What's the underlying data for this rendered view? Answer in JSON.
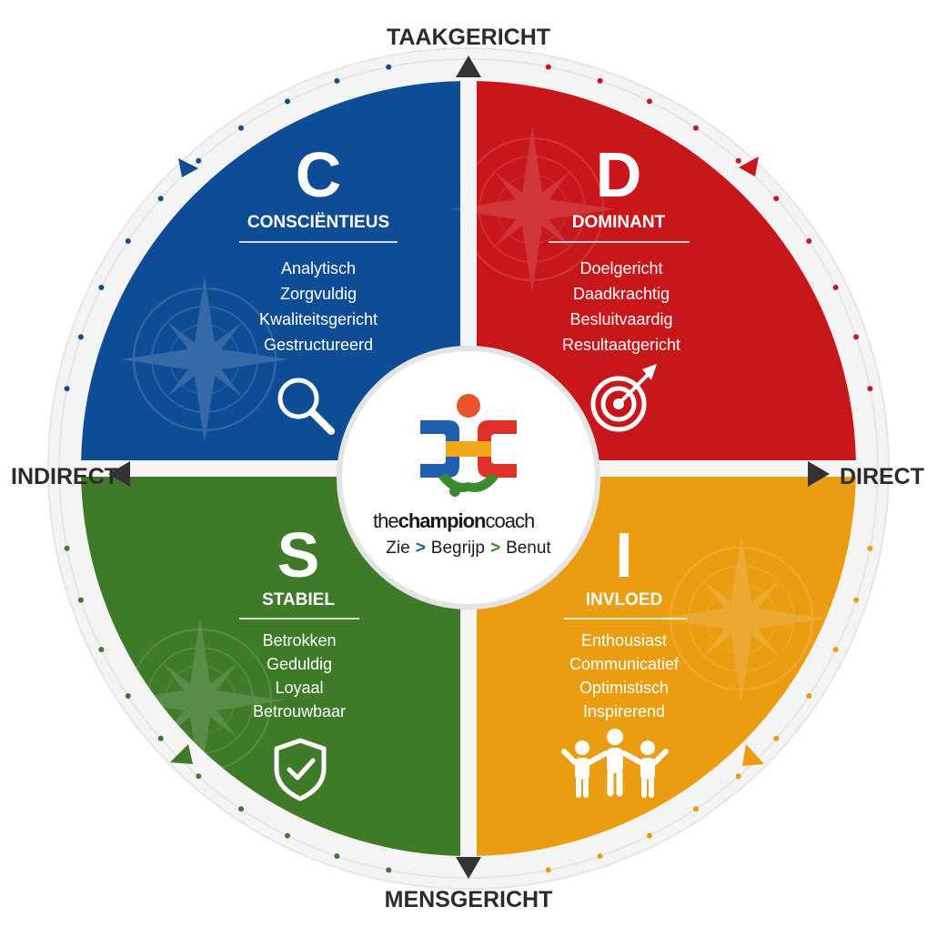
{
  "axes": {
    "top": "TAAKGERICHT",
    "bottom": "MENSGERICHT",
    "left": "INDIRECT",
    "right": "DIRECT"
  },
  "quadrants": {
    "c": {
      "letter": "C",
      "title": "CONSCIËNTIEUS",
      "traits": [
        "Analytisch",
        "Zorgvuldig",
        "Kwaliteitsgericht",
        "Gestructureerd"
      ],
      "icon": "magnifier-icon",
      "color": "#0f4c96"
    },
    "d": {
      "letter": "D",
      "title": "DOMINANT",
      "traits": [
        "Doelgericht",
        "Daadkrachtig",
        "Besluitvaardig",
        "Resultaatgericht"
      ],
      "icon": "target-icon",
      "color": "#c8171b"
    },
    "s": {
      "letter": "S",
      "title": "STABIEL",
      "traits": [
        "Betrokken",
        "Geduldig",
        "Loyaal",
        "Betrouwbaar"
      ],
      "icon": "shield-check-icon",
      "color": "#3e7a28"
    },
    "i": {
      "letter": "I",
      "title": "INVLOED",
      "traits": [
        "Enthousiast",
        "Communicatief",
        "Optimistisch",
        "Inspirerend"
      ],
      "icon": "people-icon",
      "color": "#eb9d12"
    }
  },
  "logo": {
    "brand_the": "the",
    "brand_champion": "champion",
    "brand_coach": "coach",
    "tagline": {
      "step1": "Zie",
      "step2": "Begrijp",
      "step3": "Benut",
      "separator": ">"
    }
  }
}
